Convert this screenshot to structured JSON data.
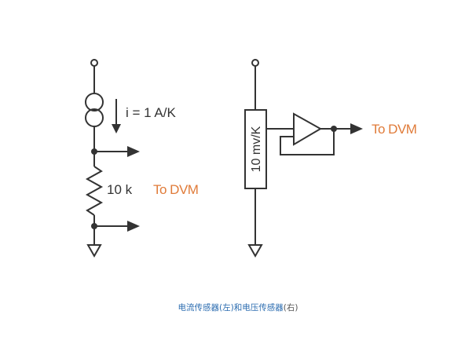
{
  "colors": {
    "wire": "#333333",
    "output_label": "#e07b39",
    "caption_blue": "#2b6cb0",
    "caption_grey": "#555555",
    "background": "#ffffff"
  },
  "left_circuit": {
    "current_label": "i = 1 A/K",
    "resistor_label": "10 k",
    "output_label": "To DVM"
  },
  "right_circuit": {
    "sensor_label": "10 mv/K",
    "output_label": "To DVM"
  },
  "caption": {
    "main": "电流传感器(左)和电压传感器",
    "tail": "(右)"
  }
}
